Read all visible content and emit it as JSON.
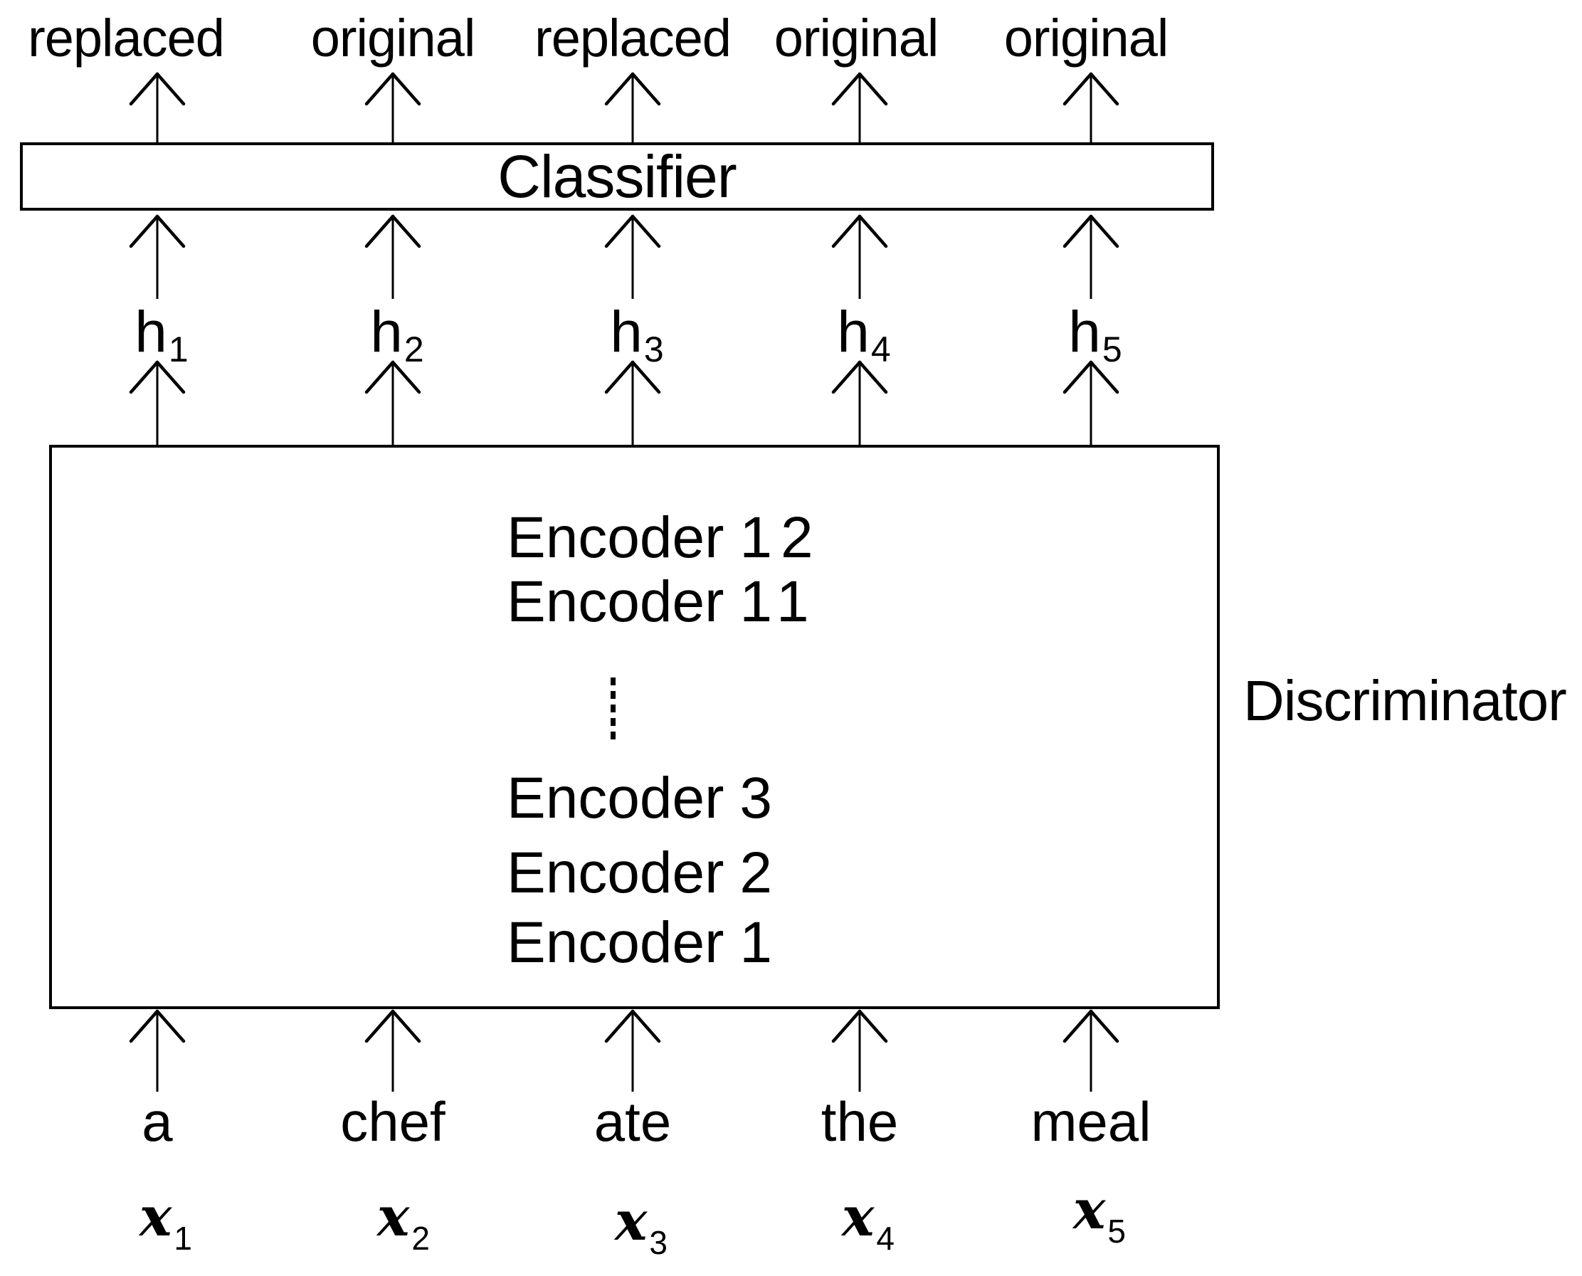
{
  "predictions": [
    "replaced",
    "original",
    "replaced",
    "original",
    "original"
  ],
  "classifier": {
    "label": "Classifier"
  },
  "hidden_states": [
    {
      "base": "h",
      "sub": "1"
    },
    {
      "base": "h",
      "sub": "2"
    },
    {
      "base": "h",
      "sub": "3"
    },
    {
      "base": "h",
      "sub": "4"
    },
    {
      "base": "h",
      "sub": "5"
    }
  ],
  "discriminator": {
    "label": "Discriminator",
    "encoder_layers": [
      {
        "name": "Encoder",
        "num": "12"
      },
      {
        "name": "Encoder",
        "num": "11"
      },
      {
        "name": "Encoder",
        "num": "3"
      },
      {
        "name": "Encoder",
        "num": "2"
      },
      {
        "name": "Encoder",
        "num": "1"
      }
    ]
  },
  "input_words": [
    "a",
    "chef",
    "ate",
    "the",
    "meal"
  ],
  "input_tokens": [
    {
      "base": "x",
      "sub": "1"
    },
    {
      "base": "x",
      "sub": "2"
    },
    {
      "base": "x",
      "sub": "3"
    },
    {
      "base": "x",
      "sub": "4"
    },
    {
      "base": "x",
      "sub": "5"
    }
  ]
}
